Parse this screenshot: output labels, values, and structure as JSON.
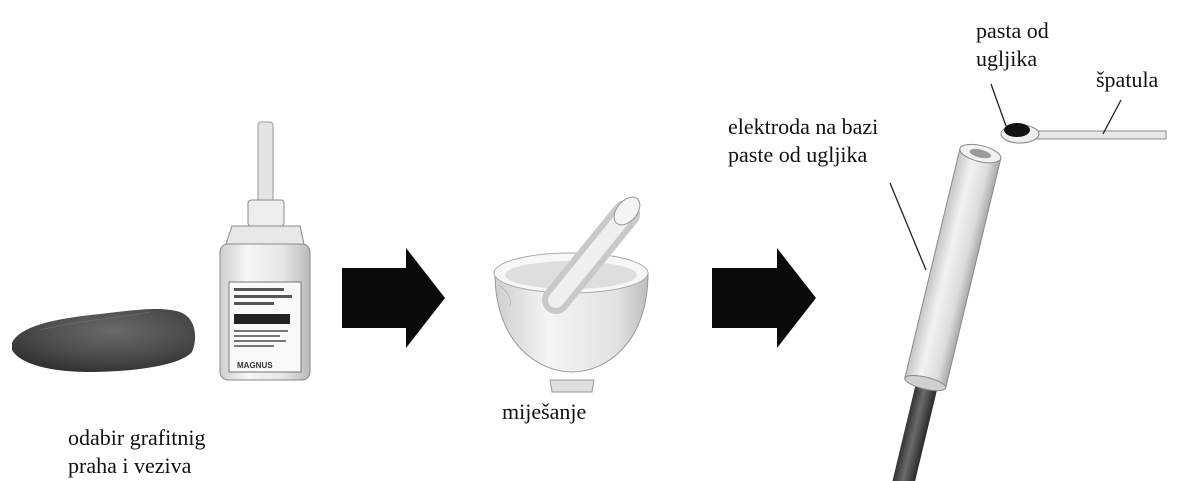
{
  "labels": {
    "step1_line1": "odabir grafitnig",
    "step1_line2": "praha i veziva",
    "step2": "miješanje",
    "electrode_line1": "elektroda na bazi",
    "electrode_line2": "paste od ugljika",
    "paste_line1": "pasta od",
    "paste_line2": "ugljika",
    "spatula": "špatula"
  },
  "bottle_label": {
    "brand": "MAGNUS"
  },
  "icons": {
    "graphite": "graphite-powder-pile-icon",
    "binder": "binder-bottle-icon",
    "arrow": "process-arrow-icon",
    "mortar": "mortar-and-pestle-icon",
    "electrode": "carbon-paste-electrode-icon",
    "spatula": "spatula-icon"
  },
  "colors": {
    "ink": "#111111",
    "graphite": "#4a4a4a",
    "arrow": "#0a0a0a",
    "ceramic": "#ececec",
    "outline": "#555555"
  }
}
